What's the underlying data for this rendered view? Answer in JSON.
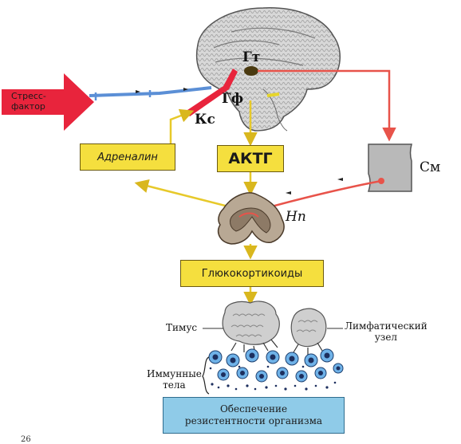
{
  "nodes": {
    "stress_line1": "Стресс-",
    "stress_line2": "фактор",
    "hypothalamus": "Гт",
    "pituitary": "Гф",
    "cortex": "Кс",
    "sympathetic": "См",
    "adrenal": "Нп",
    "adrenaline": "Адреналин",
    "actg": "АКТГ",
    "glucocorticoids": "Глюкокортикоиды",
    "thymus": "Тимус",
    "lymph_line1": "Лимфатический",
    "lymph_line2": "узел",
    "immune_line1": "Иммунные",
    "immune_line2": "тела",
    "result_line1": "Обеспечение",
    "result_line2": "резистентности организма",
    "page_number": "26"
  },
  "colors": {
    "stress_arrow": "#e8243c",
    "nerve_blue": "#5b8fd6",
    "red_path": "#e8534a",
    "yellow_arrow": "#e7c92a",
    "yellow_box": "#f5df3e",
    "result_box": "#8fcbe8"
  }
}
